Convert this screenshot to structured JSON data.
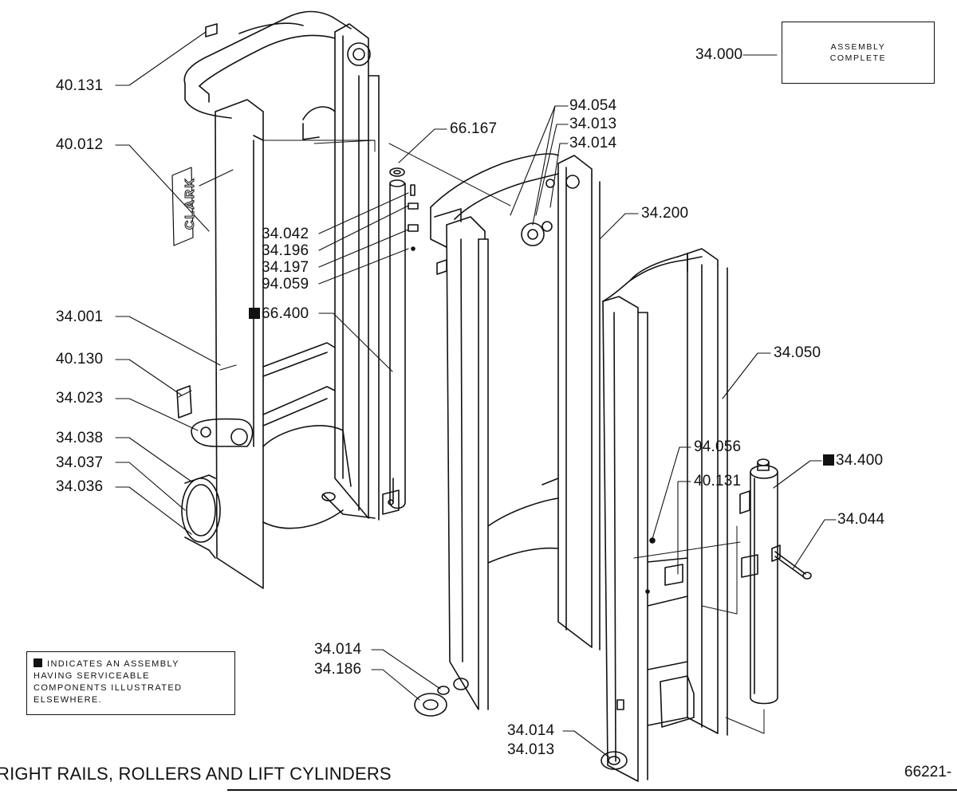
{
  "assembly_box": {
    "number": "34.000",
    "line1": "ASSEMBLY",
    "line2": "COMPLETE"
  },
  "legend": {
    "lines": [
      "INDICATES AN ASSEMBLY",
      "HAVING SERVICEABLE",
      "COMPONENTS ILLUSTRATED",
      "ELSEWHERE."
    ]
  },
  "title": "RIGHT RAILS, ROLLERS  AND LIFT CYLINDERS",
  "figure_number": "66221-",
  "brand_mark": "CLARK",
  "callouts": [
    {
      "id": "40.131-a",
      "text": "40.131",
      "serviceable": false
    },
    {
      "id": "40.012",
      "text": "40.012",
      "serviceable": false
    },
    {
      "id": "34.042",
      "text": "34.042",
      "serviceable": false
    },
    {
      "id": "34.196",
      "text": "34.196",
      "serviceable": false
    },
    {
      "id": "34.197",
      "text": "34.197",
      "serviceable": false
    },
    {
      "id": "94.059",
      "text": "94.059",
      "serviceable": false
    },
    {
      "id": "66.400",
      "text": "66.400",
      "serviceable": true
    },
    {
      "id": "34.001",
      "text": "34.001",
      "serviceable": false
    },
    {
      "id": "40.130",
      "text": "40.130",
      "serviceable": false
    },
    {
      "id": "34.023",
      "text": "34.023",
      "serviceable": false
    },
    {
      "id": "34.038",
      "text": "34.038",
      "serviceable": false
    },
    {
      "id": "34.037",
      "text": "34.037",
      "serviceable": false
    },
    {
      "id": "34.036",
      "text": "34.036",
      "serviceable": false
    },
    {
      "id": "66.167",
      "text": "66.167",
      "serviceable": false
    },
    {
      "id": "94.054",
      "text": "94.054",
      "serviceable": false
    },
    {
      "id": "34.013-a",
      "text": "34.013",
      "serviceable": false
    },
    {
      "id": "34.014-a",
      "text": "34.014",
      "serviceable": false
    },
    {
      "id": "34.200",
      "text": "34.200",
      "serviceable": false
    },
    {
      "id": "34.050",
      "text": "34.050",
      "serviceable": false
    },
    {
      "id": "94.056",
      "text": "94.056",
      "serviceable": false
    },
    {
      "id": "40.131-b",
      "text": "40.131",
      "serviceable": false
    },
    {
      "id": "34.400",
      "text": "34.400",
      "serviceable": true
    },
    {
      "id": "34.044",
      "text": "34.044",
      "serviceable": false
    },
    {
      "id": "34.014-b",
      "text": "34.014",
      "serviceable": false
    },
    {
      "id": "34.186",
      "text": "34.186",
      "serviceable": false
    },
    {
      "id": "34.014-c",
      "text": "34.014",
      "serviceable": false
    },
    {
      "id": "34.013-b",
      "text": "34.013",
      "serviceable": false
    }
  ]
}
